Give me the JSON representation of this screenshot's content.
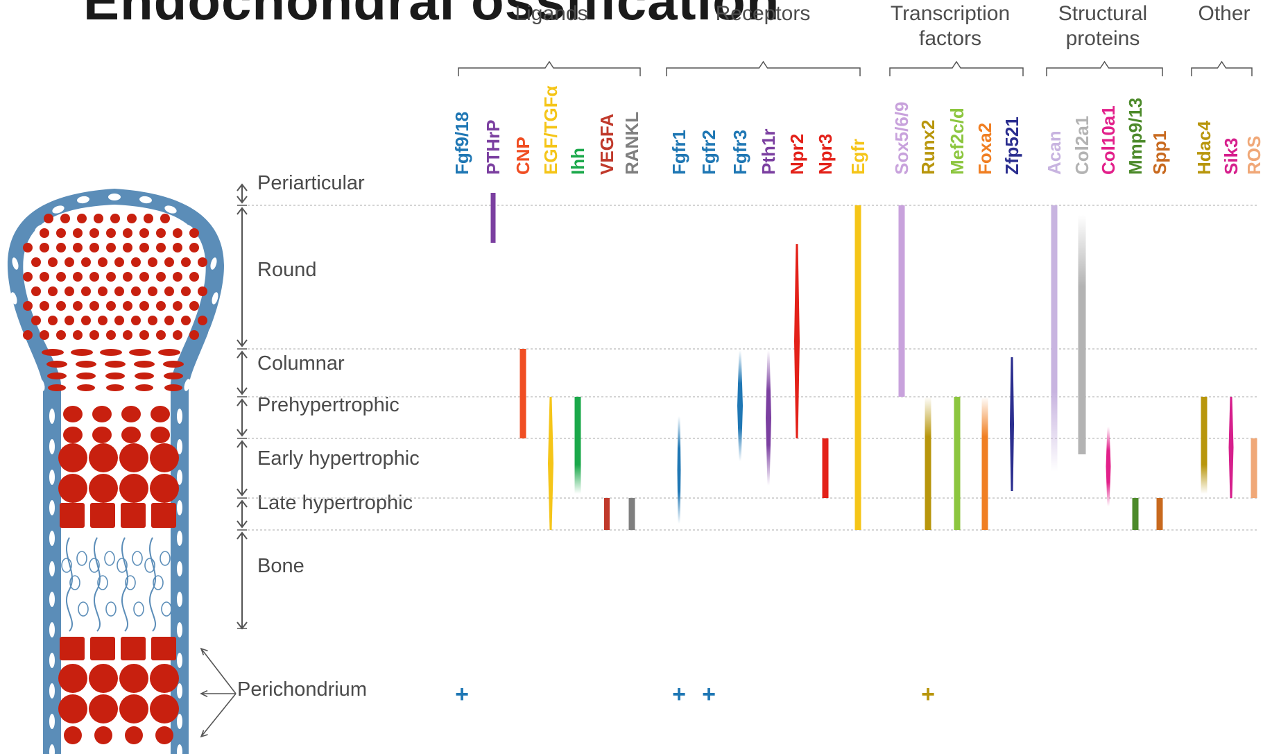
{
  "title": "Endochondral ossification",
  "categories": [
    {
      "name": "Ligands",
      "key": "ligands"
    },
    {
      "name": "Receptors",
      "key": "receptors"
    },
    {
      "name": "Transcription\nfactors",
      "key": "tf"
    },
    {
      "name": "Structural\nproteins",
      "key": "structural"
    },
    {
      "name": "Other",
      "key": "other"
    }
  ],
  "genes": [
    {
      "name": "Fgf9/18",
      "color": "#1f77b4"
    },
    {
      "name": "PTHrP",
      "color": "#7b3fa0"
    },
    {
      "name": "CNP",
      "color": "#f04e23"
    },
    {
      "name": "EGF/TGFα",
      "color": "#f5c518"
    },
    {
      "name": "Ihh",
      "color": "#1aa84a"
    },
    {
      "name": "VEGFA",
      "color": "#c0392b"
    },
    {
      "name": "RANKL",
      "color": "#7f7f7f"
    },
    {
      "name": "Fgfr1",
      "color": "#1f77b4"
    },
    {
      "name": "Fgfr2",
      "color": "#1f77b4"
    },
    {
      "name": "Fgfr3",
      "color": "#1f77b4"
    },
    {
      "name": "Pth1r",
      "color": "#7b3fa0"
    },
    {
      "name": "Npr2",
      "color": "#e32119"
    },
    {
      "name": "Npr3",
      "color": "#e32119"
    },
    {
      "name": "Egfr",
      "color": "#f5c518"
    },
    {
      "name": "Sox5/6/9",
      "color": "#c8a2dc"
    },
    {
      "name": "Runx2",
      "color": "#b8960c"
    },
    {
      "name": "Mef2c/d",
      "color": "#8cc63f"
    },
    {
      "name": "Foxa2",
      "color": "#f07f23"
    },
    {
      "name": "Zfp521",
      "color": "#2b2e8f"
    },
    {
      "name": "Acan",
      "color": "#c8b4e0"
    },
    {
      "name": "Col2a1",
      "color": "#b3b3b3"
    },
    {
      "name": "Col10a1",
      "color": "#e2208a"
    },
    {
      "name": "Mmp9/13",
      "color": "#4c8a2a"
    },
    {
      "name": "Spp1",
      "color": "#c8691e"
    },
    {
      "name": "Hdac4",
      "color": "#b8960c"
    },
    {
      "name": "Sik3",
      "color": "#d61f8c"
    },
    {
      "name": "ROS",
      "color": "#f0a878"
    }
  ],
  "zones": [
    {
      "label": "Periarticular"
    },
    {
      "label": "Round"
    },
    {
      "label": "Columnar"
    },
    {
      "label": "Prehypertrophic"
    },
    {
      "label": "Early hypertrophic"
    },
    {
      "label": "Late hypertrophic"
    },
    {
      "label": "Bone"
    }
  ],
  "perichondrium": {
    "label": "Perichondrium",
    "markers": [
      {
        "gene": "Fgf9/18",
        "symbol": "+"
      },
      {
        "gene": "Fgfr1",
        "symbol": "+"
      },
      {
        "gene": "Fgfr2",
        "symbol": "+"
      },
      {
        "gene": "Runx2",
        "symbol": "+"
      }
    ]
  },
  "colors": {
    "bone_blue": "#5b8db8",
    "chondrocyte_red": "#c8200f",
    "text_gray": "#4a4a4a",
    "grid_line": "#bbbbbb"
  }
}
